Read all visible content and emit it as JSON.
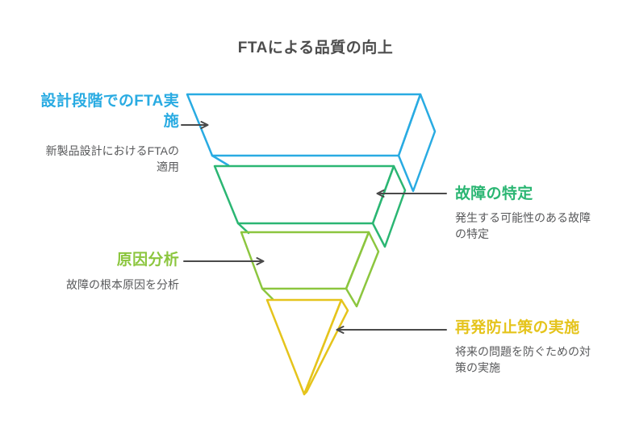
{
  "title": "FTAによる品質の向上",
  "styles": {
    "title_color": "#4D4D4D",
    "body_text_color": "#58595B",
    "arrow_color": "#4A4A4A",
    "background": "#FFFFFF"
  },
  "funnel": {
    "type": "funnel",
    "tiers": [
      {
        "label": "設計段階でのFTA実施",
        "description": "新製品設計におけるFTAの適用",
        "color": "#29ABE2",
        "label_side": "left"
      },
      {
        "label": "故障の特定",
        "description": "発生する可能性のある故障の特定",
        "color": "#2BB673",
        "label_side": "right"
      },
      {
        "label": "原因分析",
        "description": "故障の根本原因を分析",
        "color": "#8CC63F",
        "label_side": "left"
      },
      {
        "label": "再発防止策の実施",
        "description": "将来の問題を防ぐための対策の実施",
        "color": "#E5C41C",
        "label_side": "right"
      }
    ]
  }
}
